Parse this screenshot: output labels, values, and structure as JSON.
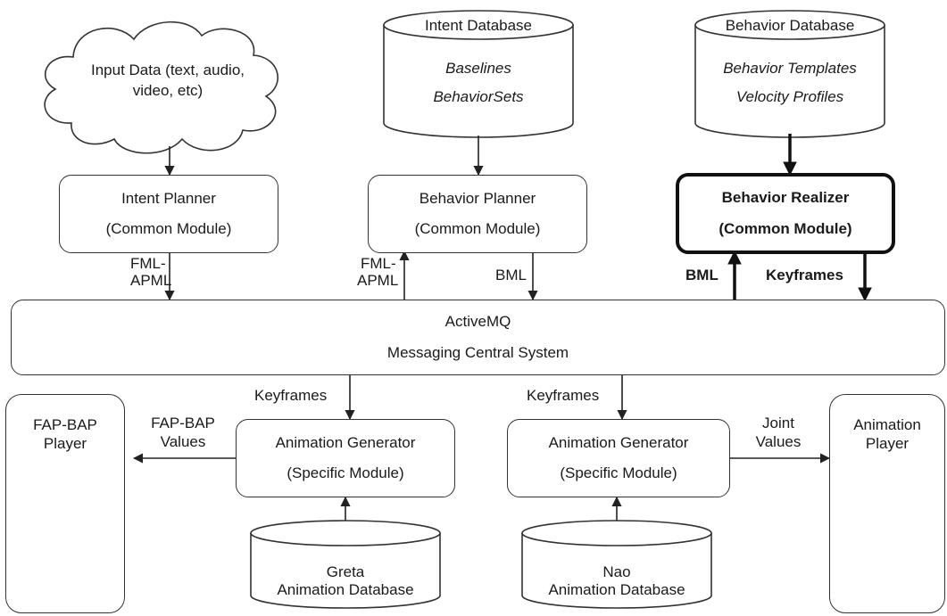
{
  "input_data": {
    "line1": "Input Data (text, audio,",
    "line2": "video, etc)"
  },
  "intent_db": {
    "title": "Intent Database",
    "items": [
      "Baselines",
      "BehaviorSets"
    ]
  },
  "behavior_db": {
    "title": "Behavior Database",
    "items": [
      "Behavior Templates",
      "Velocity Profiles"
    ]
  },
  "intent_planner": {
    "title": "Intent Planner",
    "subtitle": "(Common Module)"
  },
  "behavior_planner": {
    "title": "Behavior Planner",
    "subtitle": "(Common Module)"
  },
  "behavior_realizer": {
    "title": "Behavior Realizer",
    "subtitle": "(Common Module)"
  },
  "labels": {
    "fml_apml_1a": "FML-",
    "fml_apml_1b": "APML",
    "fml_apml_2a": "FML-",
    "fml_apml_2b": "APML",
    "bml_1": "BML",
    "bml_2": "BML",
    "keyframes_top": "Keyframes",
    "keyframes_left": "Keyframes",
    "keyframes_right": "Keyframes",
    "fap_bap_values_1": "FAP-BAP",
    "fap_bap_values_2": "Values",
    "joint_values_1": "Joint",
    "joint_values_2": "Values"
  },
  "activemq": {
    "title": "ActiveMQ",
    "subtitle": "Messaging Central System"
  },
  "anim_gen_left": {
    "title": "Animation Generator",
    "subtitle": "(Specific Module)"
  },
  "anim_gen_right": {
    "title": "Animation Generator",
    "subtitle": "(Specific Module)"
  },
  "greta_db": {
    "line1": "Greta",
    "line2": "Animation Database"
  },
  "nao_db": {
    "line1": "Nao",
    "line2": "Animation Database"
  },
  "fap_bap_player": {
    "line1": "FAP-BAP",
    "line2": "Player"
  },
  "animation_player": {
    "line1": "Animation",
    "line2": "Player"
  },
  "colors": {
    "stroke": "#333333",
    "bold_stroke": "#111111",
    "robot_blue": "#1f3f8f",
    "avatar_orange": "#d9772a"
  }
}
